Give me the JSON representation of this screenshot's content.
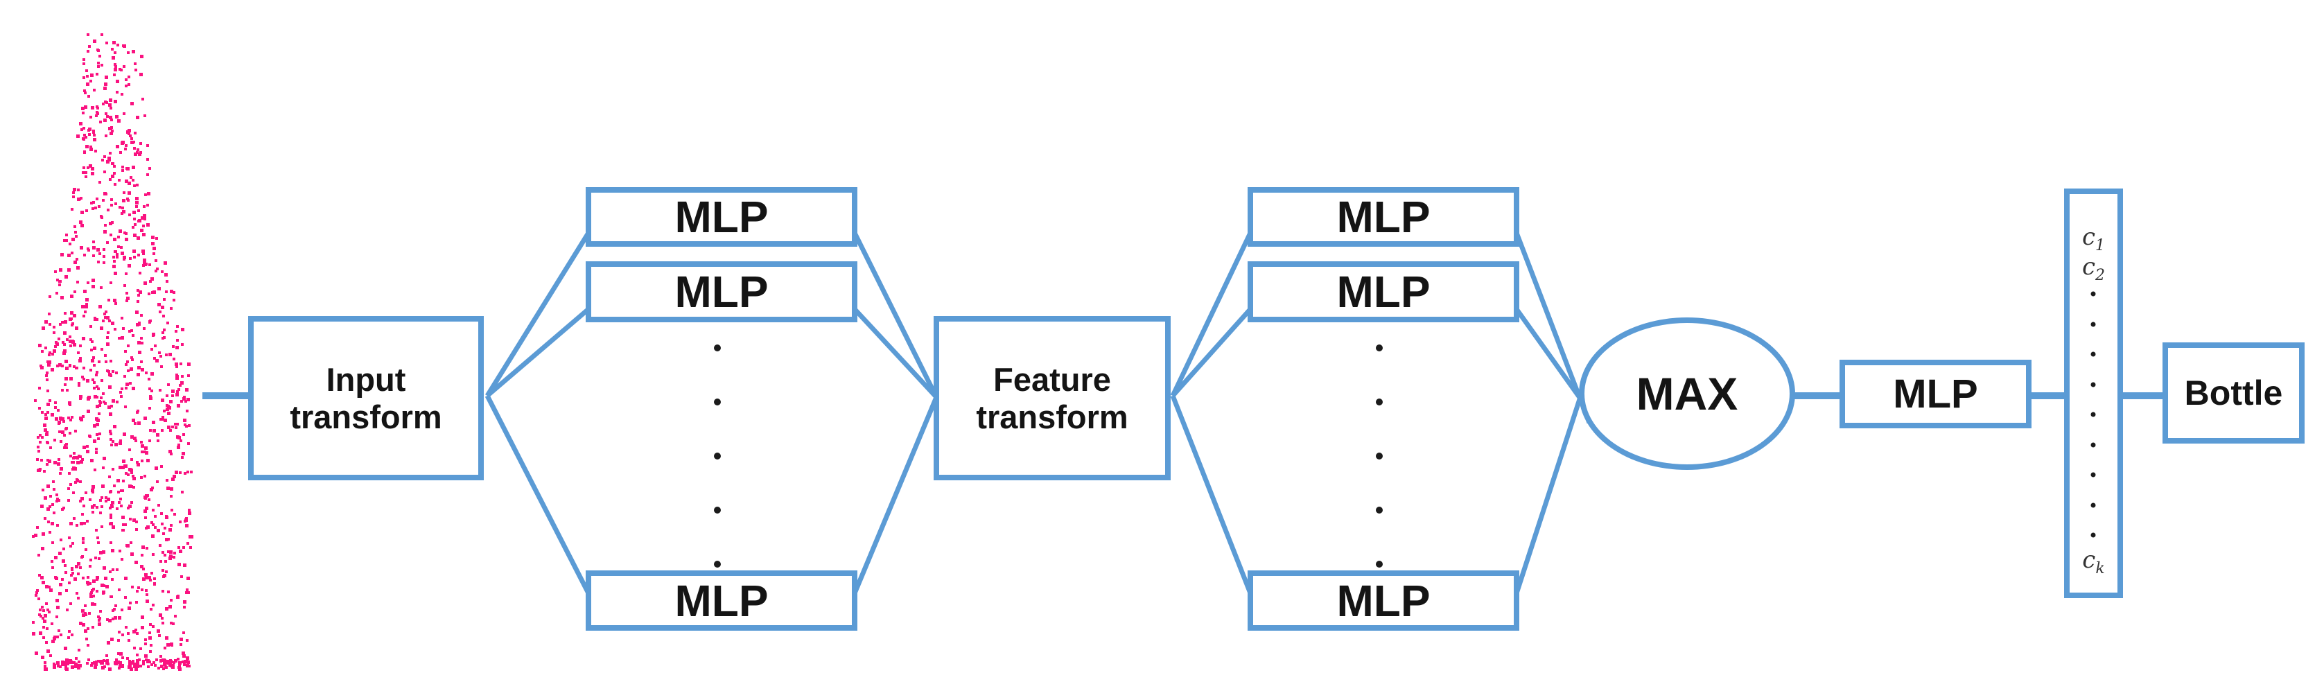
{
  "colors": {
    "wire_blue": "#5b9bd5",
    "label_black": "#141414",
    "point_pink": "#fa1280",
    "math_gray": "#333333",
    "background": "#ffffff"
  },
  "point_cloud": {
    "icon": "bottle-point-cloud",
    "color": "#fa1280",
    "point_count": 1250,
    "base_point_count": 130,
    "point_size": 4
  },
  "input_transform": {
    "line1": "Input",
    "line2": "transform"
  },
  "feature_transform": {
    "line1": "Feature",
    "line2": "transform"
  },
  "fan1": {
    "mlp_labels": [
      "MLP",
      "MLP",
      "MLP"
    ],
    "ellipsis_dot_count": 5
  },
  "fan2": {
    "mlp_labels": [
      "MLP",
      "MLP",
      "MLP"
    ],
    "ellipsis_dot_count": 5
  },
  "max_pool": {
    "label": "MAX"
  },
  "head_mlp": {
    "label": "MLP"
  },
  "score_vector": {
    "entries": [
      {
        "base": "c",
        "sub": "1"
      },
      {
        "base": "c",
        "sub": "2"
      }
    ],
    "ellipsis_dot_count": 9,
    "final_entry": {
      "base": "c",
      "sub": "k"
    }
  },
  "output": {
    "label": "Bottle"
  }
}
